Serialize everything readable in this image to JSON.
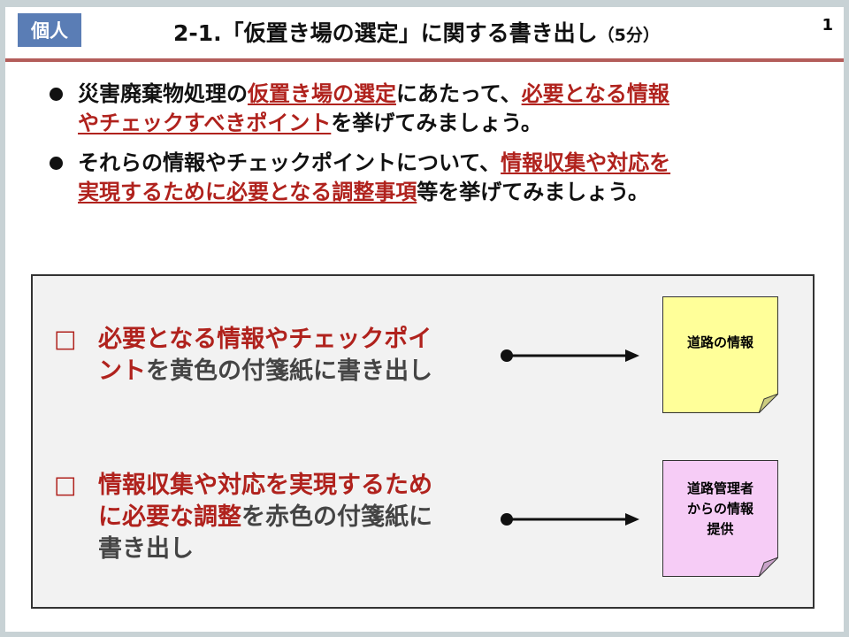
{
  "header": {
    "badge": "個人",
    "title": "2-1.「仮置き場の選定」に関する書き出し",
    "title_suffix": "（5分）",
    "page_number": "1"
  },
  "bullets": [
    {
      "lines": [
        [
          {
            "t": "災害廃棄物処理の"
          },
          {
            "t": "仮置き場の選定",
            "hl": true
          },
          {
            "t": "にあたって、"
          },
          {
            "t": "必要となる情報",
            "hl": true
          }
        ],
        [
          {
            "t": "やチェックすべきポイント",
            "hl": true
          },
          {
            "t": "を挙げてみましょう。"
          }
        ]
      ]
    },
    {
      "lines": [
        [
          {
            "t": "それらの情報やチェックポイントについて、"
          },
          {
            "t": "情報収集や対応を",
            "hl": true
          }
        ],
        [
          {
            "t": "実現するために必要となる調整事項",
            "hl": true
          },
          {
            "t": "等を挙げてみましょう。"
          }
        ]
      ]
    }
  ],
  "items": [
    {
      "marker": "□",
      "lines": [
        [
          {
            "t": "必要となる情報やチェックポイ",
            "hl": true
          }
        ],
        [
          {
            "t": "ント",
            "hl": true
          },
          {
            "t": "を黄色の付箋紙に書き出し"
          }
        ]
      ]
    },
    {
      "marker": "□",
      "lines": [
        [
          {
            "t": "情報収集や対応を実現するため",
            "hl": true
          }
        ],
        [
          {
            "t": "に必要な調整",
            "hl": true
          },
          {
            "t": "を赤色の付箋紙に"
          }
        ],
        [
          {
            "t": "書き出し"
          }
        ]
      ]
    }
  ],
  "notes": [
    {
      "lines": [
        "道路の情報"
      ],
      "color": "#ffff99"
    },
    {
      "lines": [
        "道路管理者",
        "からの情報",
        "提供"
      ],
      "color": "#f6ccf6"
    }
  ],
  "colors": {
    "accent": "#b0221d",
    "badge": "#5a7db5",
    "rule": "#b35d5a"
  }
}
